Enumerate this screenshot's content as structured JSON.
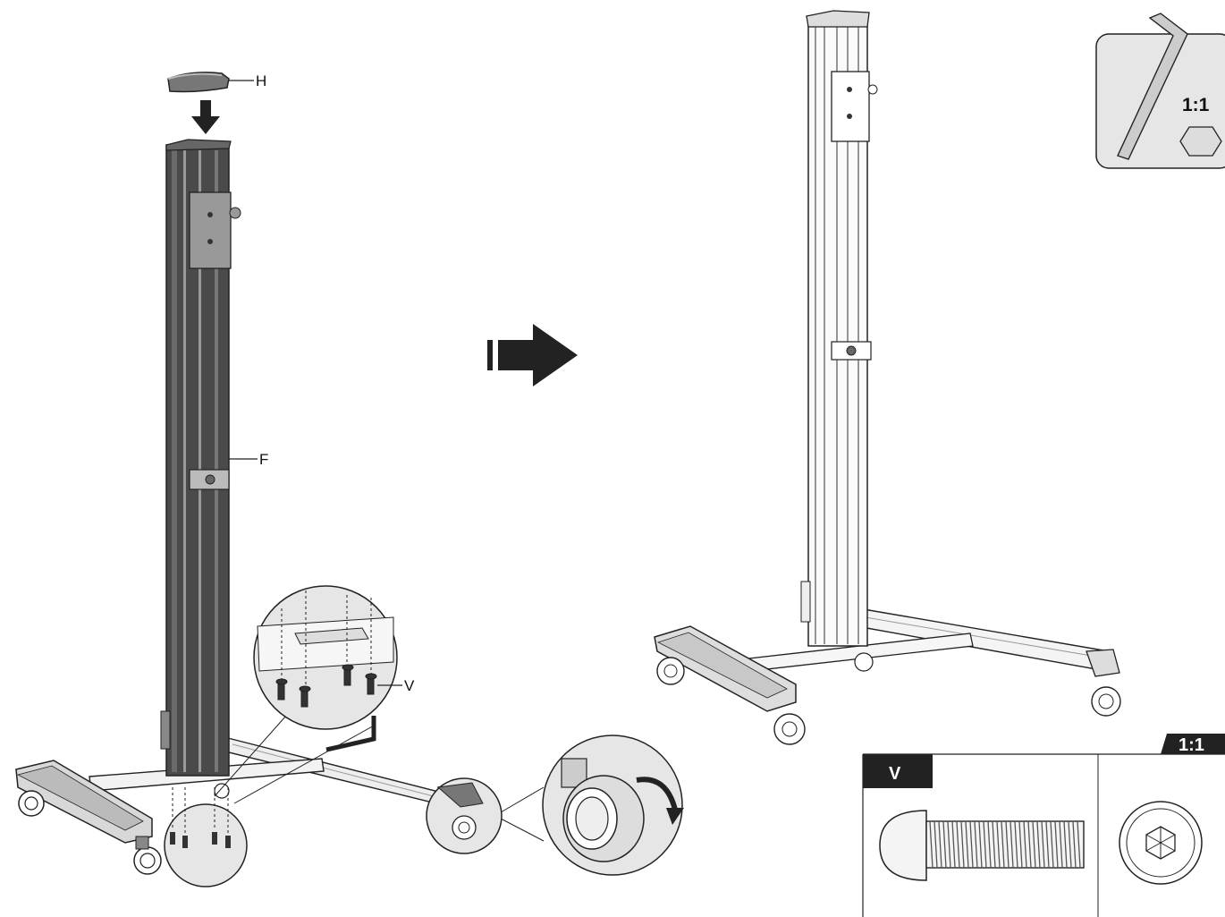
{
  "callouts": {
    "cap_label": "H",
    "column_label": "F",
    "screw_label": "V"
  },
  "tool_box": {
    "scale": "1:1",
    "tool": "hex-key"
  },
  "parts_panel": {
    "scale": "1:1",
    "part_id": "V"
  },
  "icons": {
    "step_arrow": "right-arrow-icon",
    "down_arrow": "down-arrow-icon",
    "rotate_arrow": "rotate-arrow-icon",
    "hex_socket": "hex-socket-icon"
  },
  "colors": {
    "line": "#222222",
    "column_dark": "#4a4a4a",
    "magnifier": "#e6e6e6",
    "label_bg": "#222222"
  }
}
